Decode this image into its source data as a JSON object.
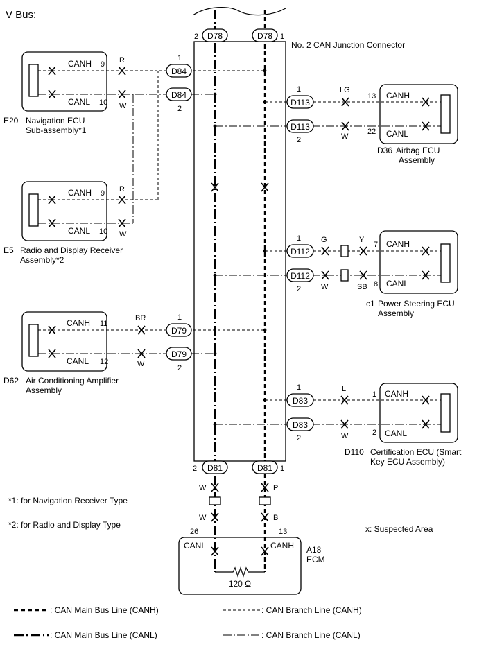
{
  "title": "V Bus:",
  "junction": {
    "name": "No. 2 CAN Junction Connector",
    "top_left": {
      "id": "D78",
      "pin": "2"
    },
    "top_right": {
      "id": "D78",
      "pin": "1"
    },
    "bottom_left": {
      "id": "D81",
      "pin": "2"
    },
    "bottom_right": {
      "id": "D81",
      "pin": "1"
    }
  },
  "ecus": {
    "nav": {
      "code": "E20",
      "name1": "Navigation ECU",
      "name2": "Sub-assembly*1",
      "canh": "CANH",
      "canl": "CANL",
      "pin_h": "9",
      "pin_l": "10",
      "wire_h": "R",
      "wire_l": "W",
      "conn": "D84",
      "conn_pin_h": "1",
      "conn_pin_l": "2"
    },
    "radio": {
      "code": "E5",
      "name1": "Radio and Display Receiver",
      "name2": "Assembly*2",
      "canh": "CANH",
      "canl": "CANL",
      "pin_h": "9",
      "pin_l": "10",
      "wire_h": "R",
      "wire_l": "W"
    },
    "ac": {
      "code": "D62",
      "name1": "Air Conditioning Amplifier",
      "name2": "Assembly",
      "canh": "CANH",
      "canl": "CANL",
      "pin_h": "11",
      "pin_l": "12",
      "wire_h": "BR",
      "wire_l": "W",
      "conn": "D79",
      "conn_pin_h": "1",
      "conn_pin_l": "2"
    },
    "airbag": {
      "code": "D36",
      "name1": "Airbag ECU",
      "name2": "Assembly",
      "canh": "CANH",
      "canl": "CANL",
      "pin_h": "13",
      "pin_l": "22",
      "wire_h": "LG",
      "wire_l": "W",
      "conn": "D113",
      "conn_pin_h": "1",
      "conn_pin_l": "2"
    },
    "ps": {
      "code": "c1",
      "name1": "Power Steering ECU",
      "name2": "Assembly",
      "canh": "CANH",
      "canl": "CANL",
      "pin_h": "7",
      "pin_l": "8",
      "wire_h1": "G",
      "wire_l1": "W",
      "wire_h2": "Y",
      "wire_l2": "SB",
      "conn": "D112",
      "conn_pin_h": "1",
      "conn_pin_l": "2"
    },
    "cert": {
      "code": "D110",
      "name1": "Certification ECU (Smart",
      "name2": "Key ECU Assembly)",
      "canh": "CANH",
      "canl": "CANL",
      "pin_h": "1",
      "pin_l": "2",
      "wire_h": "L",
      "wire_l": "W",
      "conn": "D83",
      "conn_pin_h": "1",
      "conn_pin_l": "2"
    },
    "ecm": {
      "code": "A18",
      "name": "ECM",
      "canh": "CANH",
      "canl": "CANL",
      "pin_h": "13",
      "pin_l": "26",
      "wire_h1": "P",
      "wire_l1": "W",
      "wire_h2": "B",
      "wire_l2": "W",
      "resistor": "120 Ω"
    }
  },
  "notes": {
    "n1": "*1: for Navigation Receiver Type",
    "n2": "*2: for Radio and Display Type",
    "suspected": "x: Suspected Area"
  },
  "legend": {
    "main_h": ": CAN Main Bus Line (CANH)",
    "main_l": ": CAN Main Bus Line (CANL)",
    "br_h": ": CAN Branch Line (CANH)",
    "br_l": ": CAN Branch Line (CANL)"
  }
}
